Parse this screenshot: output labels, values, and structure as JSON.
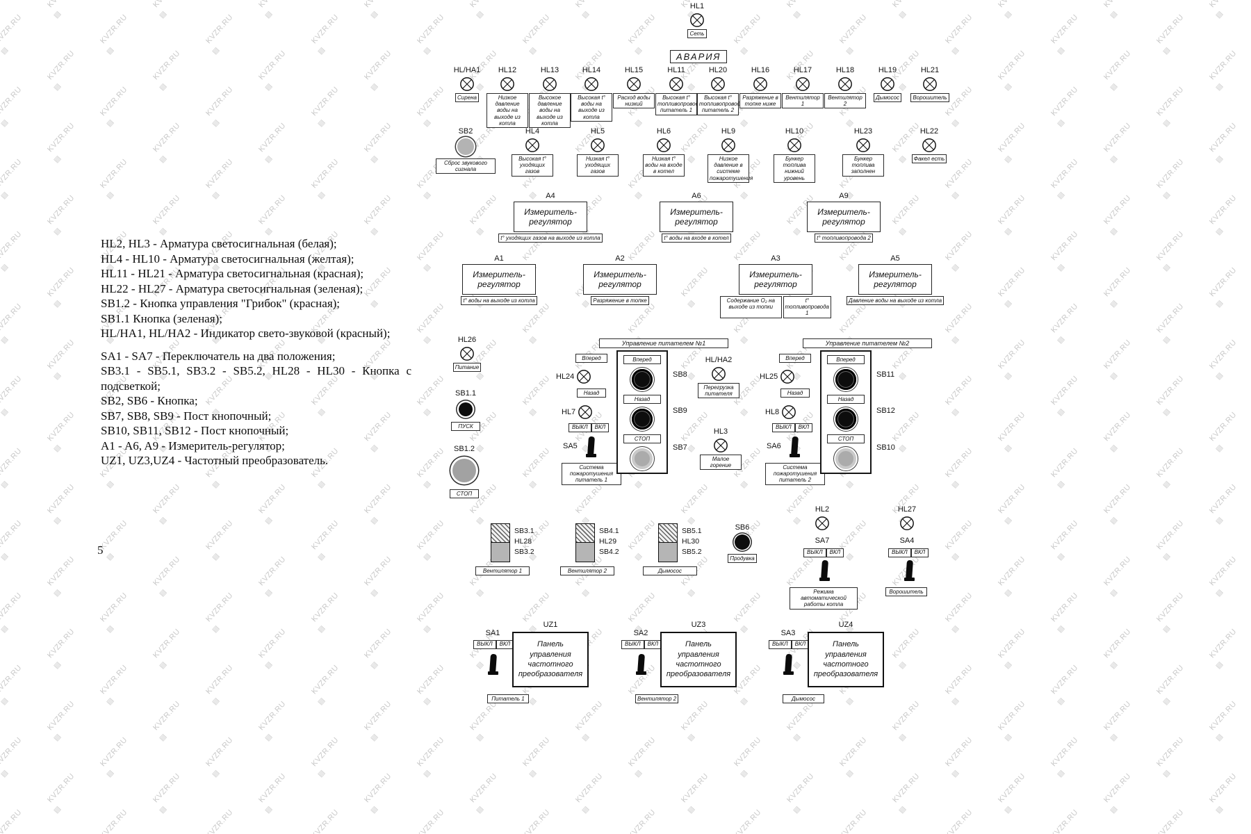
{
  "watermark": {
    "text": "KVZR.RU",
    "icon": "▤"
  },
  "net_lamp": {
    "id": "HL1",
    "label": "Сеть"
  },
  "alarm_title": "АВАРИЯ",
  "alarm_row1": [
    {
      "id": "HL/HA1",
      "label": "Сирена"
    },
    {
      "id": "HL12",
      "label": "Низкое давление воды на выходе из котла"
    },
    {
      "id": "HL13",
      "label": "Высокое давление воды на выходе из котла"
    },
    {
      "id": "HL14",
      "label": "Высокая t° воды на выходе из котла"
    },
    {
      "id": "HL15",
      "label": "Расход воды низкий"
    },
    {
      "id": "HL11",
      "label": "Высокая t° топливопровода питатель 1"
    },
    {
      "id": "HL20",
      "label": "Высокая t° топливопровода питатель 2"
    },
    {
      "id": "HL16",
      "label": "Разряжение в топке ниже"
    },
    {
      "id": "HL17",
      "label": "Вентилятор 1"
    },
    {
      "id": "HL18",
      "label": "Вентилятор 2"
    },
    {
      "id": "HL19",
      "label": "Дымосос"
    },
    {
      "id": "HL21",
      "label": "Ворошитель"
    }
  ],
  "alarm_reset": {
    "id": "SB2",
    "label": "Сброс звукового сигнала"
  },
  "alarm_row2": [
    {
      "id": "HL4",
      "label": "Высокая t° уходящих газов"
    },
    {
      "id": "HL5",
      "label": "Низкая t° уходящих газов"
    },
    {
      "id": "HL6",
      "label": "Низкая t° воды на входе в котел"
    },
    {
      "id": "HL9",
      "label": "Низкое давление в системе пожаротушения"
    },
    {
      "id": "HL10",
      "label": "Бункер топлива нижний уровень"
    },
    {
      "id": "HL23",
      "label": "Бункер топлива заполнен"
    },
    {
      "id": "HL22",
      "label": "Факел есть"
    }
  ],
  "regulators_row1": [
    {
      "id": "A4",
      "title": "Измеритель-регулятор",
      "labels": [
        "t° уходящих газов на выходе из котла"
      ]
    },
    {
      "id": "A6",
      "title": "Измеритель-регулятор",
      "labels": [
        "t° воды на входе в котел"
      ]
    },
    {
      "id": "A9",
      "title": "Измеритель-регулятор",
      "labels": [
        "t° топливопровода 2"
      ]
    }
  ],
  "regulators_row2": [
    {
      "id": "A1",
      "title": "Измеритель-регулятор",
      "labels": [
        "t° воды на выходе из котла"
      ]
    },
    {
      "id": "A2",
      "title": "Измеритель-регулятор",
      "labels": [
        "Разряжение в топке"
      ]
    },
    {
      "id": "A3",
      "title": "Измеритель-регулятор",
      "labels": [
        "Содержание O₂ на выходе из топки",
        "t° топливопровода 1"
      ]
    },
    {
      "id": "A5",
      "title": "Измеритель-регулятор",
      "labels": [
        "Давление воды на выходе из котла"
      ]
    }
  ],
  "left_controls": {
    "power_lamp": {
      "id": "HL26",
      "label": "Питание"
    },
    "start_button": {
      "id": "SB1.1",
      "label": "ПУСК"
    },
    "stop_button": {
      "id": "SB1.2",
      "label": "СТОП"
    }
  },
  "feeder1": {
    "header": "Управление питателем №1",
    "forward_label": "Вперед",
    "forward_lamp_id": "HL24",
    "back_label": "Назад",
    "back_lamp_id": "HL7",
    "off": "ВЫКЛ",
    "on": "ВКЛ",
    "switch_id": "SA5",
    "fire_label": "Система пожаротушения питатель 1",
    "post": {
      "forward": "Вперед",
      "back": "Назад",
      "stop": "СТОП",
      "forward_id": "SB8",
      "back_id": "SB9",
      "stop_id": "SB7"
    }
  },
  "feeder2": {
    "header": "Управление питателем №2",
    "forward_label": "Вперед",
    "forward_lamp_id": "HL25",
    "back_label": "Назад",
    "back_lamp_id": "HL8",
    "off": "ВЫКЛ",
    "on": "ВКЛ",
    "switch_id": "SA6",
    "fire_label": "Система пожаротушения питатель 2",
    "post": {
      "forward": "Вперед",
      "back": "Назад",
      "stop": "СТОП",
      "forward_id": "SB11",
      "back_id": "SB12",
      "stop_id": "SB10"
    }
  },
  "center_lamps": {
    "overload": {
      "id": "HL/HA2",
      "label": "Перегрузка питателя"
    },
    "low_fire": {
      "id": "HL3",
      "label": "Малое горение"
    }
  },
  "lighted_buttons": [
    {
      "ids": [
        "SB3.1",
        "HL28",
        "SB3.2"
      ],
      "label": "Вентилятор 1"
    },
    {
      "ids": [
        "SB4.1",
        "HL29",
        "SB4.2"
      ],
      "label": "Вентилятор 2"
    },
    {
      "ids": [
        "SB5.1",
        "HL30",
        "SB5.2"
      ],
      "label": "Дымосос"
    }
  ],
  "purge_button": {
    "id": "SB6",
    "label": "Продувка"
  },
  "auto_switch": {
    "lamp_id": "HL2",
    "id": "SA7",
    "off": "ВЫКЛ",
    "on": "ВКЛ",
    "label": "Режима автоматической работы котла"
  },
  "agitator_switch": {
    "lamp_id": "HL27",
    "id": "SA4",
    "off": "ВЫКЛ",
    "on": "ВКЛ",
    "label": "Ворошитель"
  },
  "vfd_panels": [
    {
      "switch_id": "SA1",
      "off": "ВЫКЛ",
      "on": "ВКЛ",
      "id": "UZ1",
      "title": "Панель управления частотного преобразователя",
      "label": "Питатель 1"
    },
    {
      "switch_id": "SA2",
      "off": "ВЫКЛ",
      "on": "ВКЛ",
      "id": "UZ3",
      "title": "Панель управления частотного преобразователя",
      "label": "Вентилятор 2"
    },
    {
      "switch_id": "SA3",
      "off": "ВЫКЛ",
      "on": "ВКЛ",
      "id": "UZ4",
      "title": "Панель управления частотного преобразователя",
      "label": "Дымосос"
    }
  ],
  "legend": {
    "entries": [
      "HL2, HL3 - Арматура светосигнальная (белая);",
      "HL4 - HL10 - Арматура светосигнальная (желтая);",
      "HL11 - HL21 - Арматура светосигнальная (красная);",
      "HL22 - HL27 - Арматура светосигнальная (зеленая);",
      "SB1.2 - Кнопка управления \"Грибок\" (красная);",
      "SB1.1 Кнопка (зеленая);",
      "HL/HA1, HL/HA2 - Индикатор свето-звуковой (красный);",
      "SA1 - SA7 - Переключатель на два положения;",
      "SB3.1 - SB5.1, SB3.2 - SB5.2, HL28 - HL30 - Кнопка с подсветкой;",
      "SB2, SB6 - Кнопка;",
      "SB7, SB8, SB9 - Пост кнопочный;",
      "SB10, SB11, SB12 - Пост кнопочный;",
      "A1 - A6, A9 - Измеритель-регулятор;",
      "UZ1, UZ3,UZ4 - Частотный преобразователь."
    ],
    "page_number": "5"
  }
}
